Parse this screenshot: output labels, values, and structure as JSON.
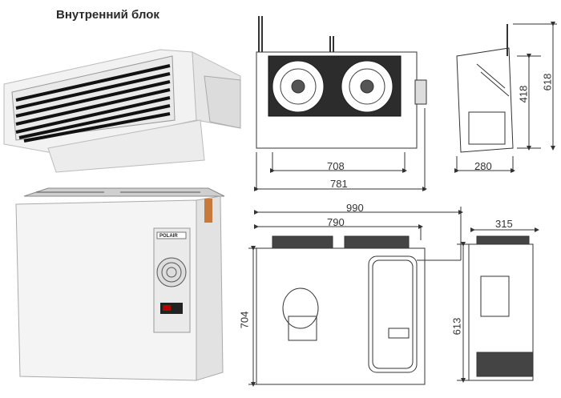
{
  "title": "Внутренний блок",
  "indoor_unit": {
    "front_view": {
      "width_inner": "708",
      "width_total": "781"
    },
    "side_view": {
      "depth": "280",
      "height_body": "418",
      "height_total": "618"
    }
  },
  "outdoor_unit": {
    "front_view": {
      "width_total": "990",
      "width_body": "790",
      "height": "704"
    },
    "side_view": {
      "depth": "315",
      "height": "613"
    },
    "brand_label": "POLAIR"
  }
}
